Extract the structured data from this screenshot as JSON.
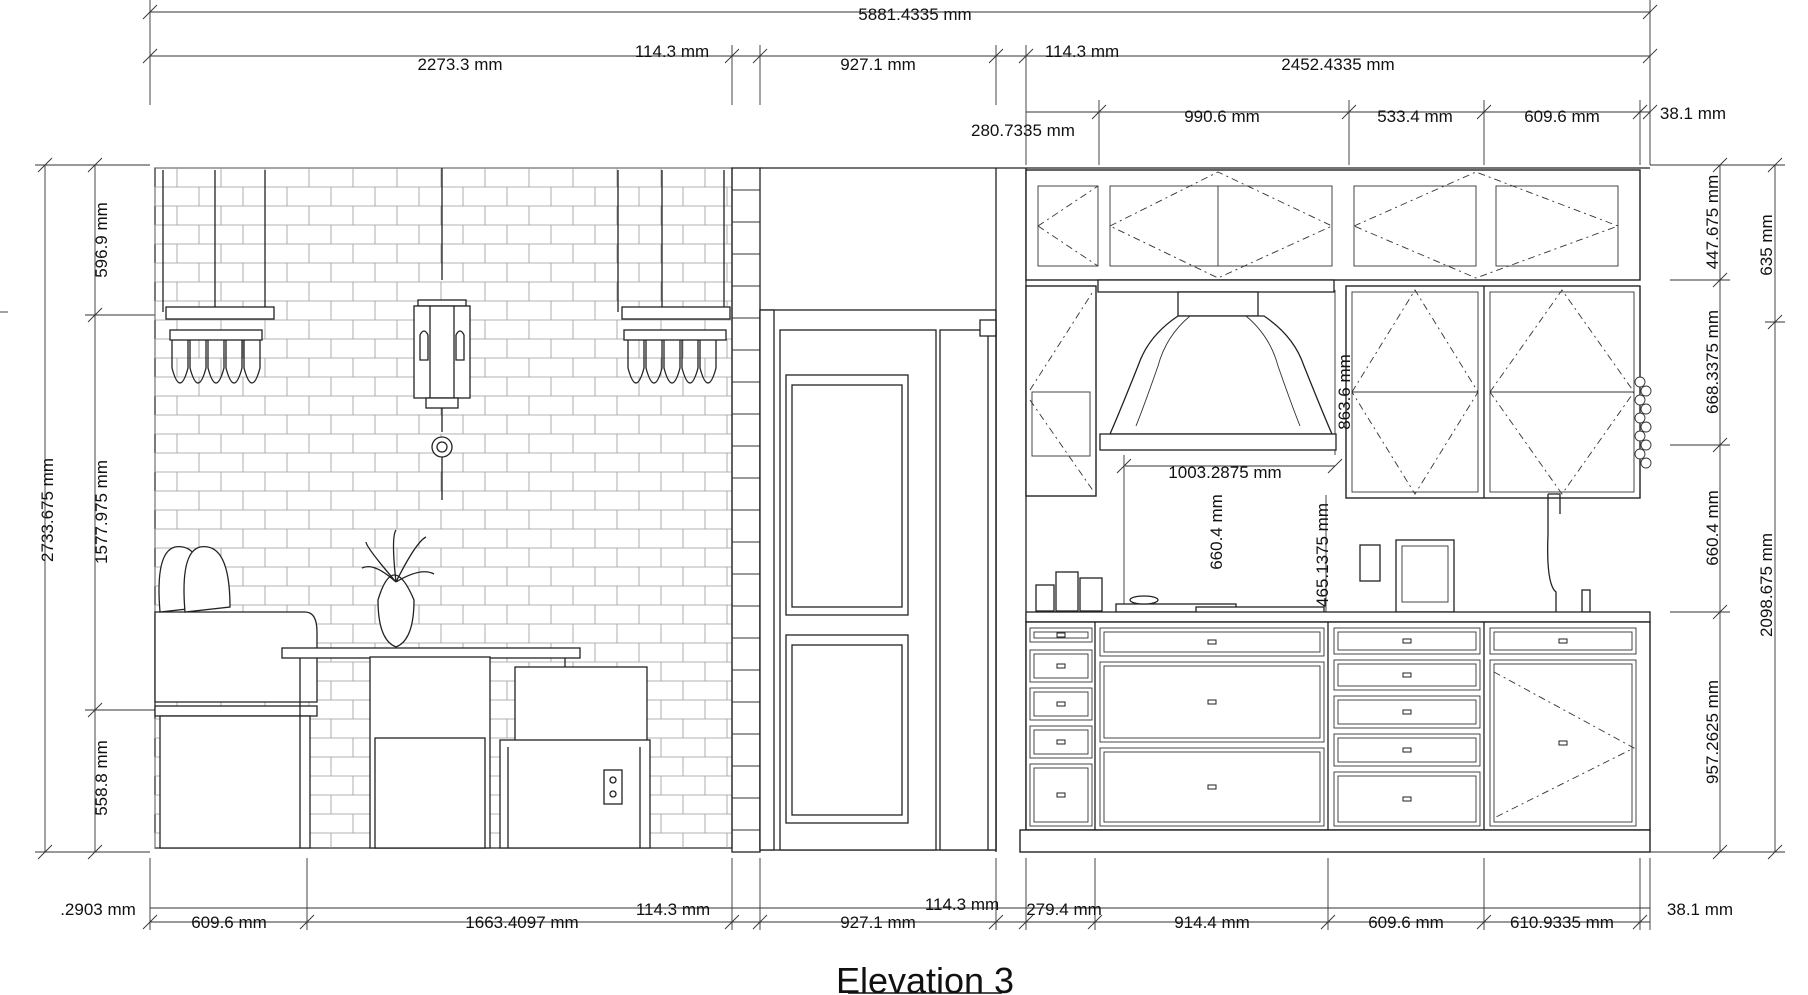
{
  "title": "Elevation 3",
  "dimensions": {
    "top_overall": "5881.4335 mm",
    "top_row": [
      "2273.3 mm",
      "114.3 mm",
      "927.1 mm",
      "114.3 mm",
      "2452.4335 mm"
    ],
    "top_sub": [
      "280.7335 mm",
      "990.6 mm",
      "533.4 mm",
      "609.6 mm",
      "38.1 mm"
    ],
    "left_outer": "2733.675 mm",
    "left_inner": [
      "596.9 mm",
      "1577.975 mm",
      "558.8 mm"
    ],
    "right_inner": [
      "447.675 mm",
      "668.3375 mm",
      "660.4 mm",
      "957.2625 mm"
    ],
    "right_outer": [
      "635 mm",
      "2098.675 mm"
    ],
    "inner_vertical": [
      "863.6 mm",
      "660.4 mm",
      "465.1375 mm"
    ],
    "hood_width": "1003.2875 mm",
    "bottom_row1": [
      ".2903 mm",
      "114.3 mm",
      "114.3 mm",
      "279.4 mm",
      "38.1 mm"
    ],
    "bottom_row2": [
      "609.6 mm",
      "1663.4097 mm",
      "927.1 mm",
      "914.4 mm",
      "609.6 mm",
      "610.9335 mm"
    ]
  }
}
